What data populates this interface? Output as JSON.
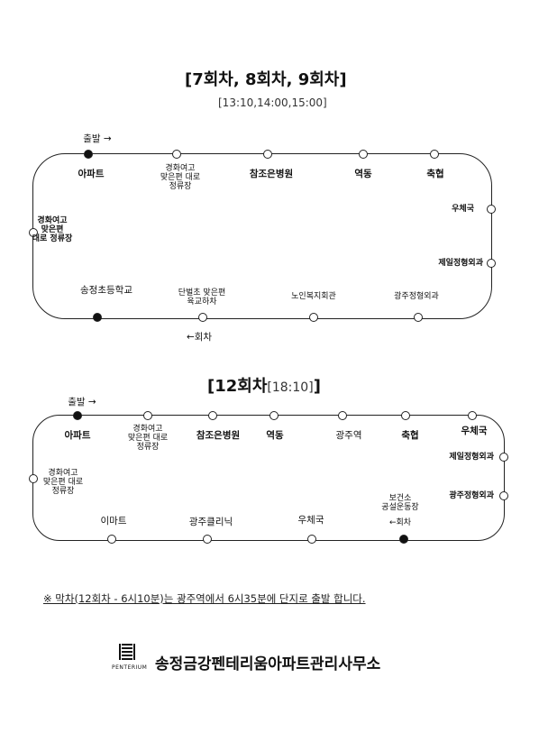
{
  "section1": {
    "title": "[7회차, 8회차, 9회차]",
    "times": "[13:10,14:00,15:00]",
    "depart_label": "출발 →",
    "return_label": "←회차",
    "stops": {
      "apt": "아파트",
      "gyeonghwa_top": "경화여고\n맞은편 대로\n정류장",
      "chamjoeun": "참조은병원",
      "yeokdong": "역동",
      "chukhyup": "축협",
      "post": "우체국",
      "jeil": "제일정형외과",
      "gwangju_ortho": "광주정형외과",
      "senior": "노인복지회관",
      "danbeol": "단벌초 맞은편\n육교하차",
      "songjeong_school": "송정초등학교",
      "gyeonghwa_left": "경화여고\n맞은편\n대로 정류장"
    }
  },
  "section2": {
    "title": "[12회차",
    "time": "[18:10]",
    "title_end": "]",
    "depart_label": "출발 →",
    "return_label": "←회차",
    "stops": {
      "apt": "아파트",
      "gyeonghwa_top": "경화여고\n맞은편 대로\n정류장",
      "chamjoeun": "참조은병원",
      "yeokdong": "역동",
      "gwangju_station": "광주역",
      "chukhyup": "축협",
      "post": "우체국",
      "jeil": "제일정형외과",
      "gwangju_ortho": "광주정형외과",
      "health_center": "보건소\n공설운동장",
      "post_bottom": "우체국",
      "gwangju_clinic": "광주클리닉",
      "emart": "이마트",
      "gyeonghwa_left": "경화여고\n맞은편 대로\n정류장"
    }
  },
  "notice": "※ 막차(12회차 - 6시10분)는 광주역에서 6시35분에 단지로 출발 합니다.",
  "footer": {
    "logo_text": "PENTERIUM",
    "office": "송정금강펜테리움아파트관리사무소"
  }
}
